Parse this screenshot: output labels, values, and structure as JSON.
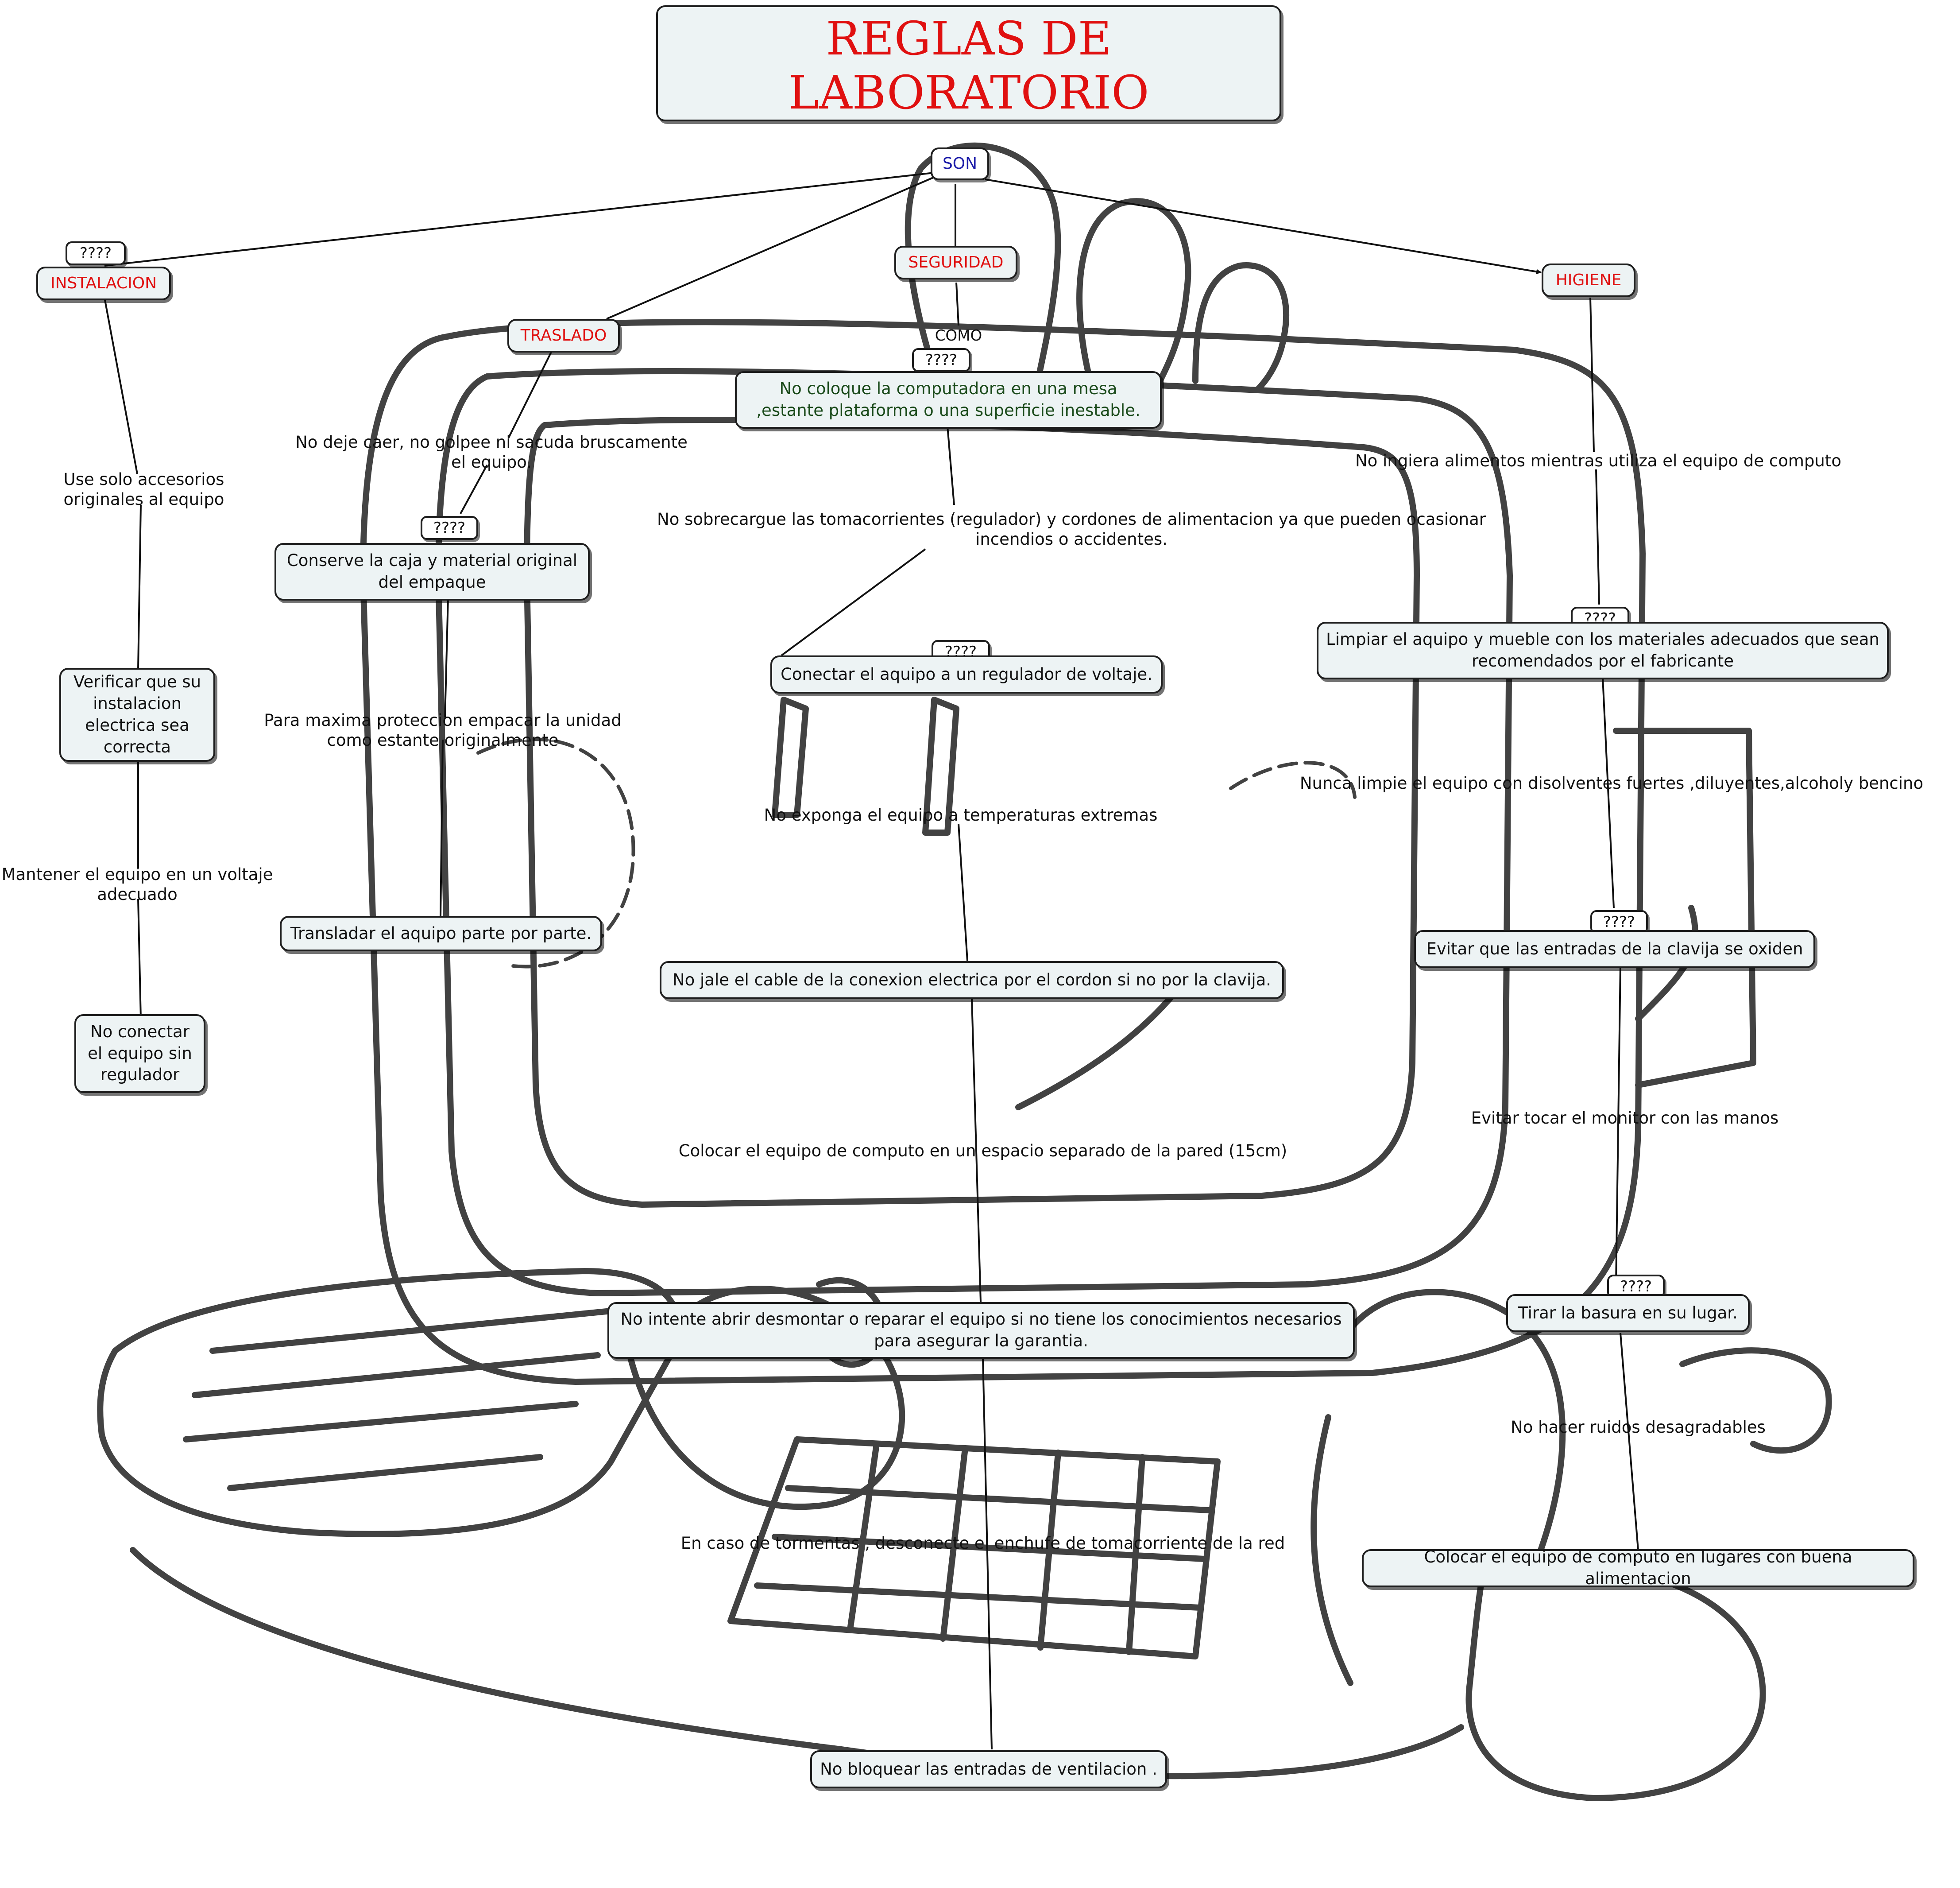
{
  "title": "REGLAS DE LABORATORIO",
  "root": "SON",
  "colors": {
    "category": "#e01010",
    "root": "#1a1aa8",
    "highlight": "#1a4a1a",
    "node_fill": "#edf3f4"
  },
  "linking_words": {
    "unknown": "????",
    "como": "COMO"
  },
  "categories": {
    "instalacion": {
      "label": "INSTALACION",
      "items": [
        "Use solo accesorios originales al equipo",
        "Verificar que su instalacion electrica sea correcta",
        "Mantener el equipo en un voltaje adecuado",
        "No conectar el equipo sin regulador"
      ]
    },
    "traslado": {
      "label": "TRASLADO",
      "items": [
        "No deje caer, no golpee ni sacuda  bruscamente el equipo.",
        "Conserve la caja  y material original del empaque",
        "Para maxima proteccion empacar la unidad como estante  originalmente",
        "Transladar el aquipo parte por parte."
      ]
    },
    "seguridad": {
      "label": "SEGURIDAD",
      "items": [
        "No coloque la computadora en una mesa ,estante plataforma o una superficie inestable.",
        "No sobrecargue las tomacorrientes (regulador) y cordones de alimentacion ya que pueden ocasionar incendios o accidentes.",
        "Conectar el aquipo a un regulador de voltaje.",
        "No exponga el equipo a temperaturas extremas",
        "No jale  el cable de la conexion electrica por el cordon si no por la clavija.",
        "Colocar el equipo de computo en un espacio separado de la pared (15cm)",
        "No intente abrir desmontar o reparar el equipo  si no tiene los conocimientos necesarios para asegurar la garantia.",
        "En caso de tormentas , desconecte  el enchufe de tomacorriente de la red",
        "No  bloquear las entradas de ventilacion ."
      ]
    },
    "higiene": {
      "label": "HIGIENE",
      "items": [
        "No ingiera  alimentos mientras  utiliza el equipo de computo",
        "Limpiar el aquipo y mueble con los materiales adecuados  que sean recomendados por el fabricante",
        "Nunca limpie el equipo con disolventes fuertes ,diluyentes,alcoholy bencino",
        "Evitar que las entradas  de la clavija se oxiden",
        "Evitar tocar el monitor con las manos",
        "Tirar la basura en su lugar.",
        "No hacer ruidos desagradables",
        "Colocar el equipo de computo en lugares con buena alimentacion"
      ]
    }
  }
}
